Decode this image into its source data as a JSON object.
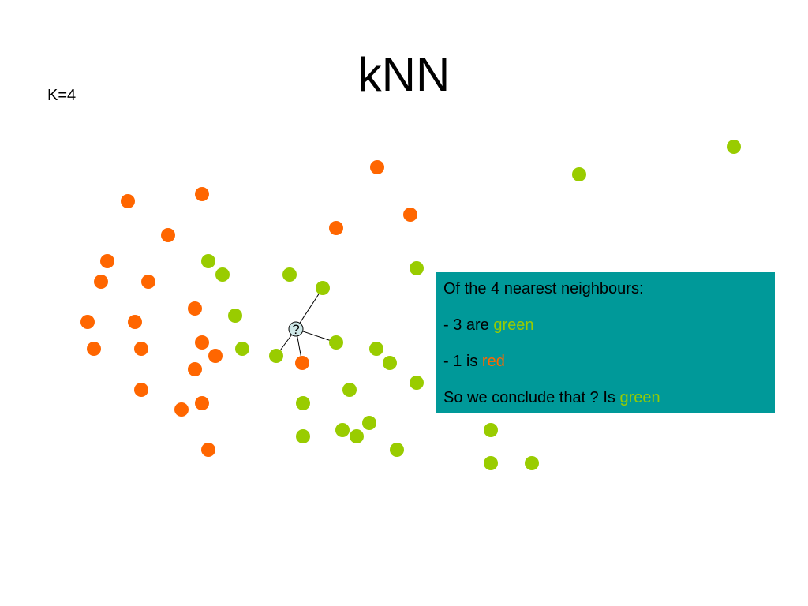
{
  "slide": {
    "title": "kNN",
    "k_label": "K=4"
  },
  "diagram": {
    "query_label": "?",
    "colors": {
      "red": "#ff6600",
      "green": "#99cc00",
      "query_fill": "#cfe8e8",
      "box": "#009999"
    }
  },
  "info": {
    "line1": "Of the 4 nearest neighbours:",
    "line2_prefix": "- 3 are ",
    "line2_word": "green",
    "line3_prefix": "- 1 is ",
    "line3_word": "red",
    "line4_prefix": "So we conclude that ? Is ",
    "line4_word": "green"
  }
}
